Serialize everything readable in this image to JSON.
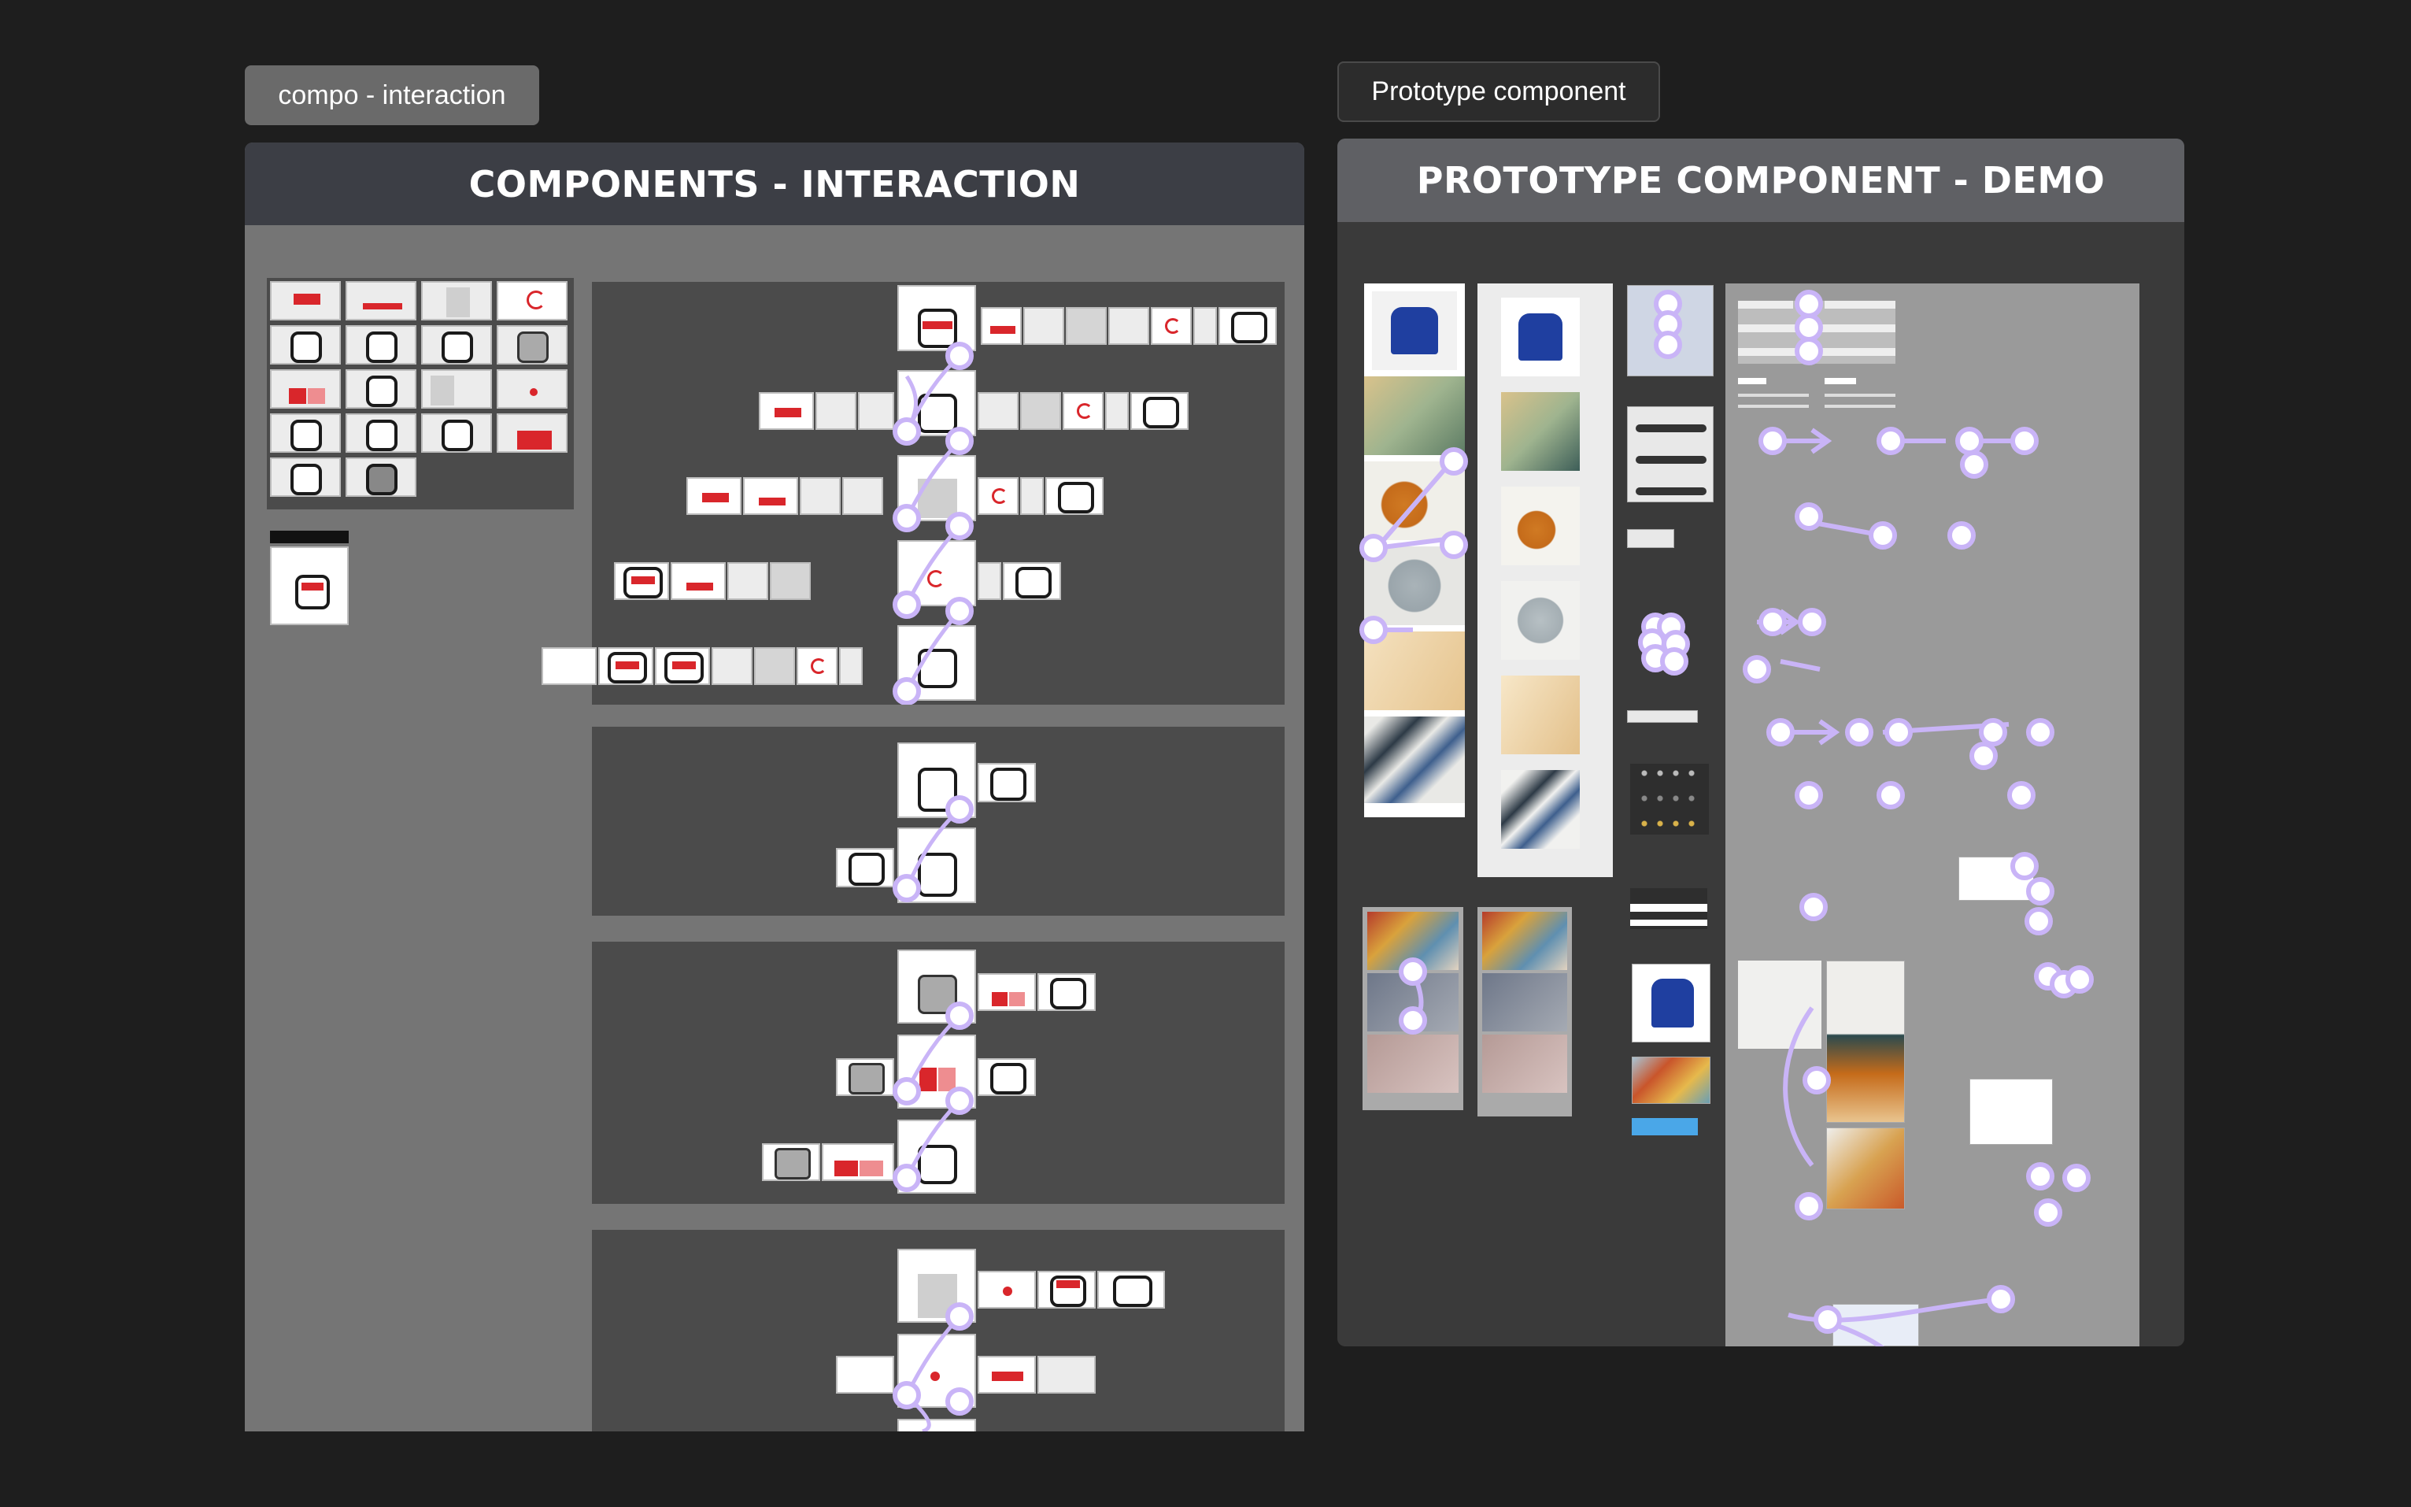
{
  "canvas": {
    "background": "#1e1e1e"
  },
  "tags": {
    "left": "compo - interaction",
    "right": "Prototype component"
  },
  "frames": {
    "left": {
      "title": "COMPONENTS - INTERACTION",
      "header_color": "#3c3e45",
      "body_color": "#757575"
    },
    "right": {
      "title": "PROTOTYPE COMPONENT - DEMO",
      "header_color": "#5f6064",
      "body_color": "#3a3a3a"
    }
  },
  "colors": {
    "accent_red": "#d9262b",
    "connector_purple": "#c9b4f7",
    "section_dark": "#4b4b4b",
    "demo_panel": "#9a9a9a"
  },
  "icons": [
    "connector-node-icon",
    "spinner-icon",
    "phone-frame-icon",
    "sofa-image-icon",
    "close-icon"
  ]
}
